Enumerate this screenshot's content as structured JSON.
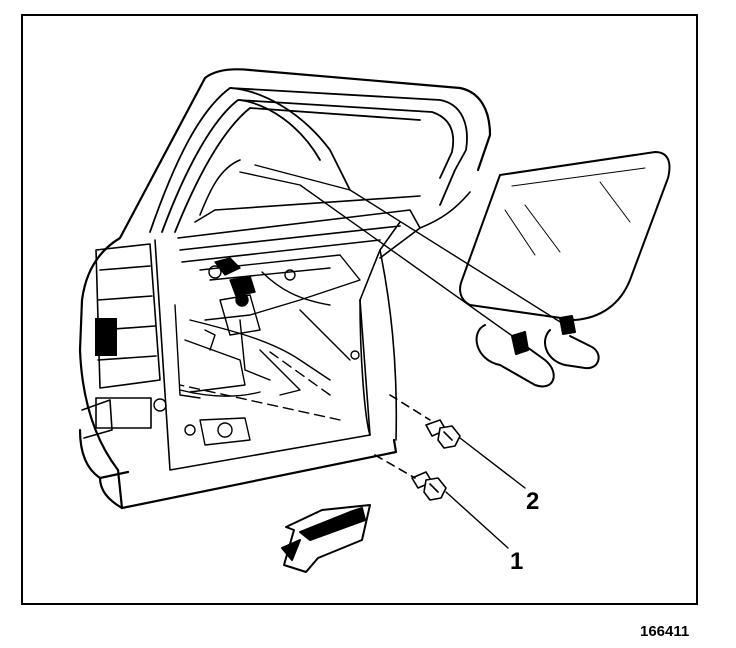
{
  "figure": {
    "id": "166411"
  },
  "callouts": [
    {
      "label": "1",
      "part": "bolt"
    },
    {
      "label": "2",
      "part": "bolt"
    }
  ],
  "icons": {
    "direction_arrow": "front-direction-arrow"
  },
  "colors": {
    "line": "#000000",
    "background": "#ffffff"
  }
}
